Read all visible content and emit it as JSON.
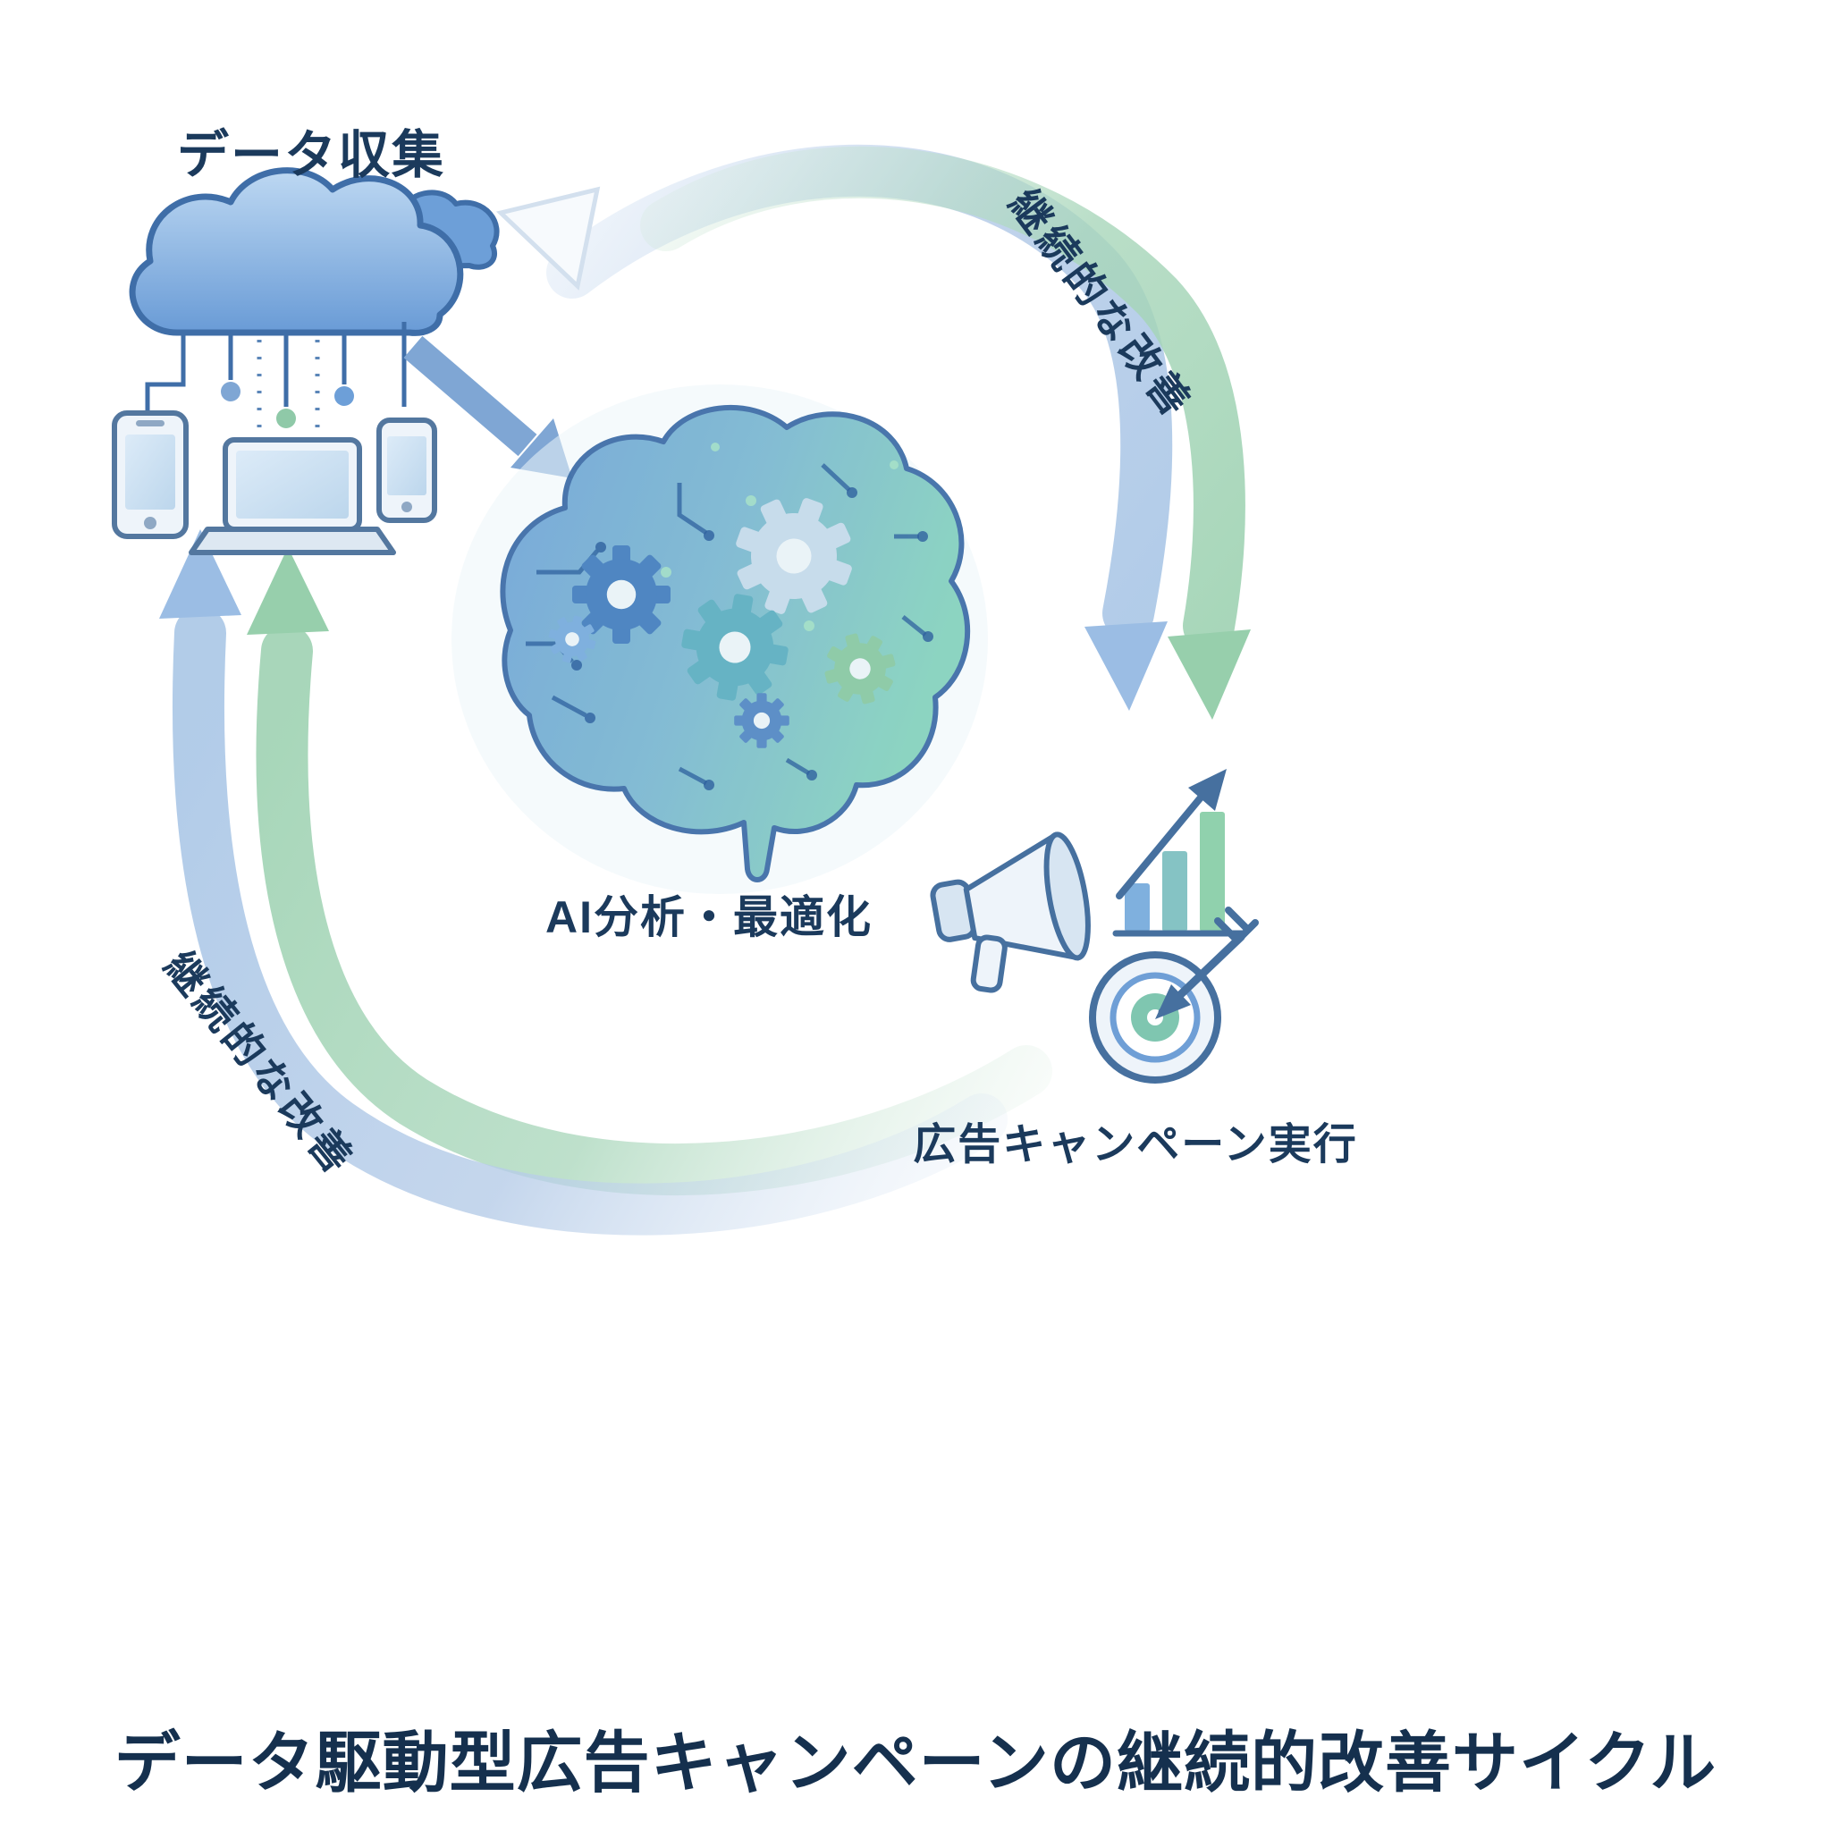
{
  "diagram": {
    "title": "データ駆動型広告キャンペーンの継続的改善サイクル",
    "nodes": {
      "data_collection": {
        "label": "データ収集",
        "icon": "cloud-devices-icon"
      },
      "ai_analysis": {
        "label": "AI分析・最適化",
        "icon": "circuit-brain-gears-icon"
      },
      "campaign_execution": {
        "label": "広告キャンペーン実行",
        "icon": "megaphone-chart-target-icon"
      }
    },
    "cycle_labels": {
      "top_right": "継続的な改善",
      "bottom_left": "継続的な改善"
    },
    "icons": [
      "cloud-icon",
      "small-cloud-icon",
      "smartphone-icon",
      "laptop-icon",
      "phone-icon",
      "circuit-brain-icon",
      "gear-icon",
      "megaphone-icon",
      "bar-chart-icon",
      "trend-arrow-icon",
      "target-icon",
      "dart-icon",
      "cycle-arrow-top-right",
      "cycle-arrow-bottom-left",
      "data-flow-arrow"
    ],
    "colors": {
      "text": "#1b3a5c",
      "title_text": "#15304e",
      "arc_blue": "#b6cce8",
      "arc_green": "#a8d6ba",
      "cloud_blue": "#6d9fd8",
      "cloud_outline": "#3f6ea8",
      "device_fill": "#eef4fa",
      "device_outline": "#53779f",
      "brain_blue": "#6fa3d8",
      "brain_green": "#85d2bd",
      "icon_outline": "#46709f",
      "bar_blue": "#7fb0de",
      "bar_teal": "#85c3c4",
      "bar_green": "#90d1ad"
    }
  }
}
